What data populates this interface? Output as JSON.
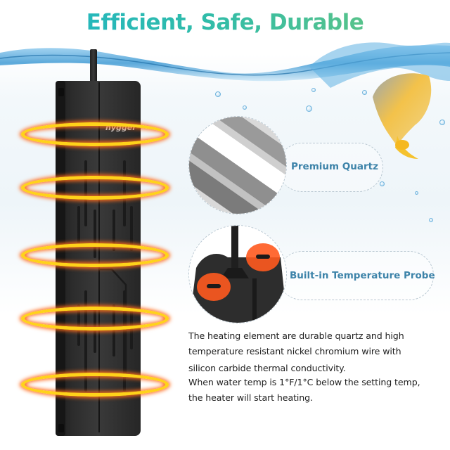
{
  "headline": {
    "text": "Efficient, Safe, Durable",
    "gradient_colors": [
      "#1fb4c7",
      "#2fbcaa",
      "#6cc67a"
    ]
  },
  "product": {
    "brand_logo": "hygger",
    "image": "black-aquarium-heater",
    "heat_rings_count": 5,
    "ring_colors": {
      "core": "#ffd21a",
      "glow": "#ff6a1a"
    }
  },
  "callouts": [
    {
      "label": "Premium Quartz",
      "image": "quartz-tubes-closeup"
    },
    {
      "label": "Built-in Temperature Probe",
      "image": "temperature-probe-closeup"
    }
  ],
  "description": {
    "lines": [
      "The heating element are durable quartz and high",
      "temperature resistant nickel chromium wire with",
      "silicon carbide thermal conductivity.",
      "When water temp is 1°F/1°C below the setting temp,",
      "the heater will start heating."
    ]
  },
  "decor": {
    "water_splash": "water-surface-splash",
    "fish": "yellow-betta-fish",
    "label_color": "#3d83a9",
    "dashed_outline_color": "#b9c8d2"
  }
}
